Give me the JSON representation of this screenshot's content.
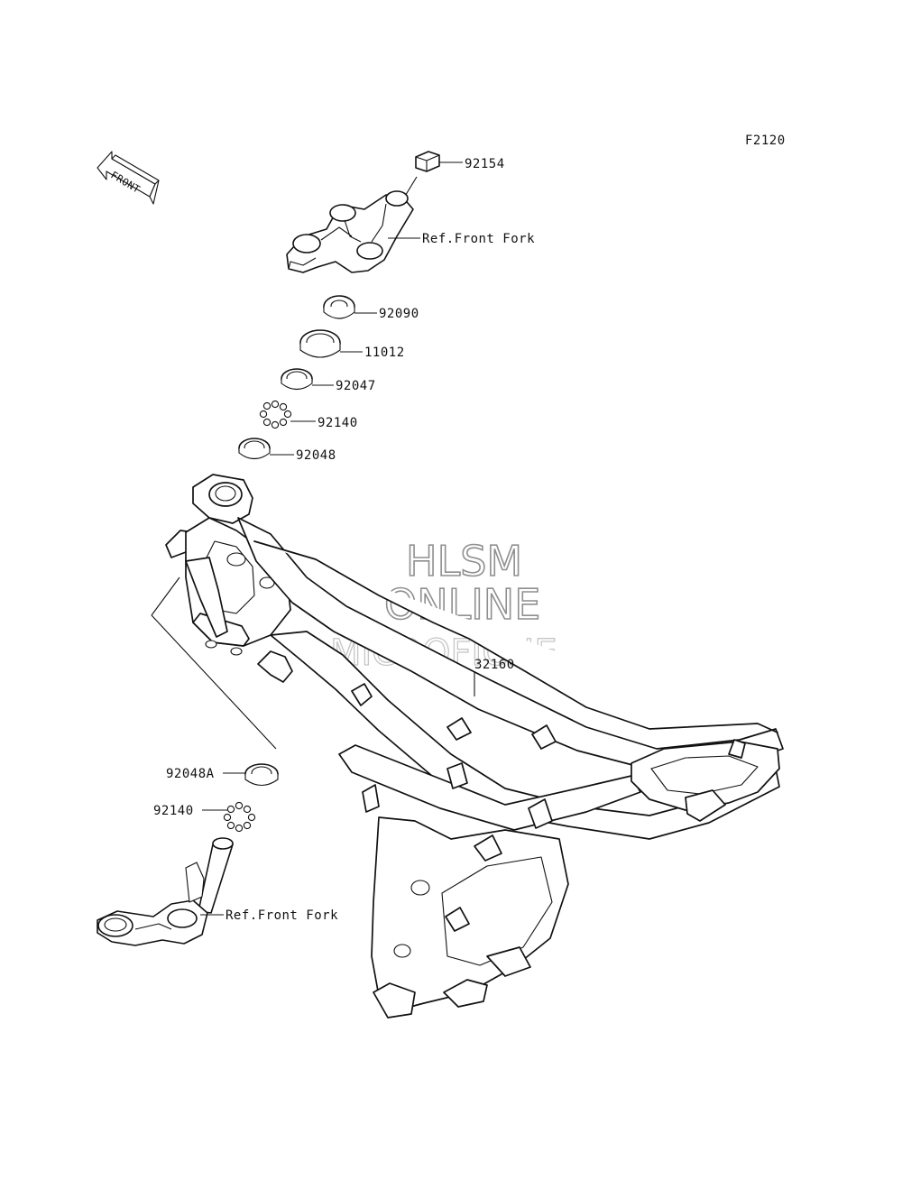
{
  "diagram": {
    "figure_code": "F2120",
    "direction_label": "FRONT",
    "watermark": {
      "line1": "HLSM",
      "line2": "ONLINE",
      "line3": "MICROFICHE"
    },
    "callouts": [
      {
        "id": "92154",
        "label": "92154"
      },
      {
        "id": "ref-front-fork-upper",
        "label": "Ref.Front Fork"
      },
      {
        "id": "92090",
        "label": "92090"
      },
      {
        "id": "11012",
        "label": "11012"
      },
      {
        "id": "92047",
        "label": "92047"
      },
      {
        "id": "92140-upper",
        "label": "92140"
      },
      {
        "id": "92048",
        "label": "92048"
      },
      {
        "id": "32160",
        "label": "32160"
      },
      {
        "id": "92048A",
        "label": "92048A"
      },
      {
        "id": "92140-lower",
        "label": "92140"
      },
      {
        "id": "ref-front-fork-lower",
        "label": "Ref.Front Fork"
      }
    ]
  }
}
